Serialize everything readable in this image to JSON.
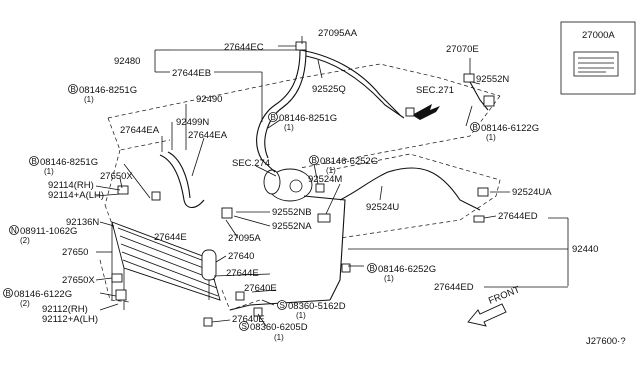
{
  "diagram": {
    "id_label": "J27600·?",
    "legend_box_label": "27000A",
    "front_label": "FRONT"
  },
  "callouts": [
    {
      "key": "c27095aa",
      "text": "27095AA"
    },
    {
      "key": "c27644ec",
      "text": "27644EC"
    },
    {
      "key": "c92480",
      "text": "92480"
    },
    {
      "key": "c27644eb",
      "text": "27644EB"
    },
    {
      "key": "c92525q",
      "text": "92525Q"
    },
    {
      "key": "c27070e",
      "text": "27070E"
    },
    {
      "key": "c92552n",
      "text": "92552N"
    },
    {
      "key": "csec271",
      "text": "SEC.271"
    },
    {
      "key": "c08146_8251g_a",
      "text": "08146-8251G",
      "qty": "(1)",
      "prefix": "B"
    },
    {
      "key": "c92490",
      "text": "92490"
    },
    {
      "key": "c92499n",
      "text": "92499N"
    },
    {
      "key": "c27644ea_a",
      "text": "27644EA"
    },
    {
      "key": "c27644ea_b",
      "text": "27644EA"
    },
    {
      "key": "c08146_8251g_b",
      "text": "08146-8251G",
      "qty": "(1)",
      "prefix": "B"
    },
    {
      "key": "c08146_6122g_a",
      "text": "08146-6122G",
      "qty": "(1)",
      "prefix": "B"
    },
    {
      "key": "c08146_8251g_c",
      "text": "08146-8251G",
      "qty": "(1)",
      "prefix": "B"
    },
    {
      "key": "csec274",
      "text": "SEC.274"
    },
    {
      "key": "c08146_6252g_a",
      "text": "08146-6252G",
      "qty": "(1)",
      "prefix": "B"
    },
    {
      "key": "c27650x_a",
      "text": "27650X"
    },
    {
      "key": "c92114rh",
      "text": "92114(RH)"
    },
    {
      "key": "c92114lh",
      "text": "92114+A(LH)"
    },
    {
      "key": "c92524m",
      "text": "92524M"
    },
    {
      "key": "c92524ua",
      "text": "92524UA"
    },
    {
      "key": "c92524u",
      "text": "92524U"
    },
    {
      "key": "c92552nb",
      "text": "92552NB"
    },
    {
      "key": "c92136n",
      "text": "92136N"
    },
    {
      "key": "c08911",
      "text": "08911-1062G",
      "qty": "(2)",
      "prefix": "N"
    },
    {
      "key": "c92552na",
      "text": "92552NA"
    },
    {
      "key": "c27644ed_a",
      "text": "27644ED"
    },
    {
      "key": "c27644e_a",
      "text": "27644E"
    },
    {
      "key": "c27095a",
      "text": "27095A"
    },
    {
      "key": "c27650",
      "text": "27650"
    },
    {
      "key": "c27640",
      "text": "27640"
    },
    {
      "key": "c92440",
      "text": "92440"
    },
    {
      "key": "c27644e_b",
      "text": "27644E"
    },
    {
      "key": "c08146_6252g_b",
      "text": "08146-6252G",
      "qty": "(1)",
      "prefix": "B"
    },
    {
      "key": "c27650x_b",
      "text": "27650X"
    },
    {
      "key": "c27640e_a",
      "text": "27640E"
    },
    {
      "key": "c27644ed_b",
      "text": "27644ED"
    },
    {
      "key": "c08146_6122g_b",
      "text": "08146-6122G",
      "qty": "(2)",
      "prefix": "B"
    },
    {
      "key": "c08360_5162d",
      "text": "08360-5162D",
      "qty": "(1)",
      "prefix": "S"
    },
    {
      "key": "c92112rh",
      "text": "92112(RH)"
    },
    {
      "key": "c92112lh",
      "text": "92112+A(LH)"
    },
    {
      "key": "c27640e_b",
      "text": "27640E"
    },
    {
      "key": "c08360_6205d",
      "text": "08360-6205D",
      "qty": "(1)",
      "prefix": "S"
    }
  ]
}
